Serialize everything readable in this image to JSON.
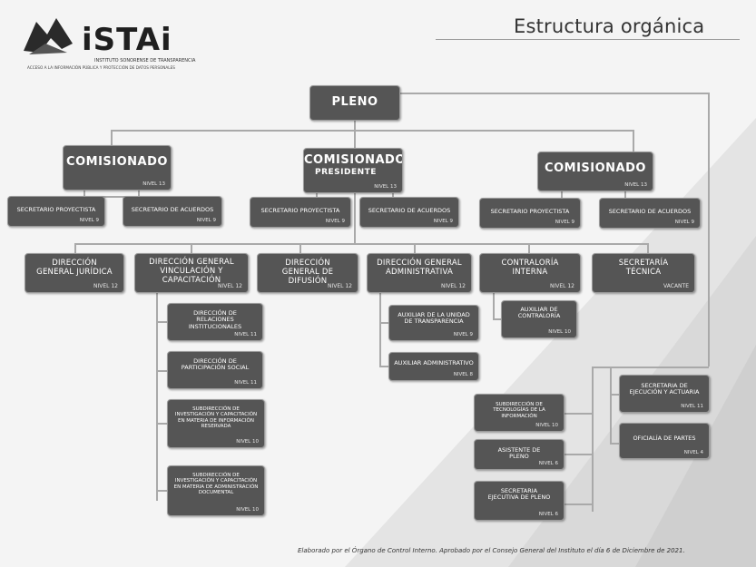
{
  "title": "Estructura orgánica",
  "logo": {
    "name": "iSTAi",
    "subtitle_1": "INSTITUTO SONORENSE DE TRANSPARENCIA",
    "subtitle_2": "ACCESO A LA INFORMACIÓN PÚBLICA Y PROTECCIÓN DE DATOS PERSONALES"
  },
  "footer": "Elaborado por el Órgano de Control Interno. Aprobado por el Consejo General del Instituto el día 6 de Diciembre de 2021.",
  "nodes": {
    "pleno": {
      "label": "PLENO"
    },
    "comisionado_left": {
      "label": "COMISIONADO",
      "level": "NIVEL 13"
    },
    "comisionado_presidente": {
      "label": "COMISIONADO",
      "sublabel": "PRESIDENTE",
      "level": "NIVEL 13"
    },
    "comisionado_right": {
      "label": "COMISIONADO",
      "level": "NIVEL 13"
    },
    "sec_proy_left": {
      "label": "SECRETARIO PROYECTISTA",
      "level": "NIVEL 9"
    },
    "sec_acuerdos_left": {
      "label": "SECRETARIO DE ACUERDOS",
      "level": "NIVEL 9"
    },
    "sec_proy_center": {
      "label": "SECRETARIO PROYECTISTA",
      "level": "NIVEL 9"
    },
    "sec_acuerdos_center": {
      "label": "SECRETARIO DE ACUERDOS",
      "level": "NIVEL 9"
    },
    "sec_proy_right": {
      "label": "SECRETARIO PROYECTISTA",
      "level": "NIVEL 9"
    },
    "sec_acuerdos_right": {
      "label": "SECRETARIO DE ACUERDOS",
      "level": "NIVEL 9"
    },
    "dg_juridica": {
      "label": "DIRECCIÓN GENERAL JURÍDICA",
      "level": "NIVEL 12"
    },
    "dg_vinculacion": {
      "label": "DIRECCIÓN GENERAL VINCULACIÓN Y CAPACITACIÓN",
      "level": "NIVEL 12"
    },
    "dg_difusion": {
      "label": "DIRECCIÓN GENERAL DE DIFUSIÓN",
      "level": "NIVEL 12"
    },
    "dg_administrativa": {
      "label": "DIRECCIÓN GENERAL ADMINISTRATIVA",
      "level": "NIVEL 12"
    },
    "contraloria": {
      "label": "CONTRALORÍA INTERNA",
      "level": "NIVEL 12"
    },
    "secretaria_tecnica": {
      "label": "SECRETARÍA TÉCNICA",
      "level": "VACANTE"
    },
    "dir_relaciones": {
      "label": "DIRECCIÓN DE RELACIONES INSTITUCIONALES",
      "level": "NIVEL 11"
    },
    "dir_participacion": {
      "label": "DIRECCIÓN DE PARTICIPACIÓN SOCIAL",
      "level": "NIVEL 11"
    },
    "subdir_info_reservada": {
      "label": "SUBDIRECCIÓN DE INVESTIGACIÓN Y CAPACITACIÓN EN MATERIA DE INFORMACIÓN RESERVADA",
      "level": "NIVEL 10"
    },
    "subdir_admin_documental": {
      "label": "SUBDIRECCIÓN DE INVESTIGACIÓN Y CAPACITACIÓN EN MATERIA DE ADMINISTRACIÓN DOCUMENTAL",
      "level": "NIVEL 10"
    },
    "aux_transparencia": {
      "label": "AUXILIAR DE LA UNIDAD DE TRANSPARENCIA",
      "level": "NIVEL 9"
    },
    "aux_administrativo": {
      "label": "AUXILIAR ADMINISTRATIVO",
      "level": "NIVEL 8"
    },
    "aux_contraloria": {
      "label": "AUXILIAR DE CONTRALORÍA",
      "level": "NIVEL 10"
    },
    "subdir_tecnologias": {
      "label": "SUBDIRECCIÓN DE TECNOLOGÍAS DE LA INFORMACIÓN",
      "level": "NIVEL 10"
    },
    "asistente_pleno": {
      "label": "ASISTENTE DE PLENO",
      "level": "NIVEL 6"
    },
    "sec_ejecutiva_pleno": {
      "label": "SECRETARIA EJECUTIVA DE PLENO",
      "level": "NIVEL 6"
    },
    "sec_ejecucion": {
      "label": "SECRETARIA DE EJECUCIÓN Y ACTUARIA",
      "level": "NIVEL 11"
    },
    "oficialia_partes": {
      "label": "OFICIALÍA DE PARTES",
      "level": "NIVEL 4"
    }
  }
}
